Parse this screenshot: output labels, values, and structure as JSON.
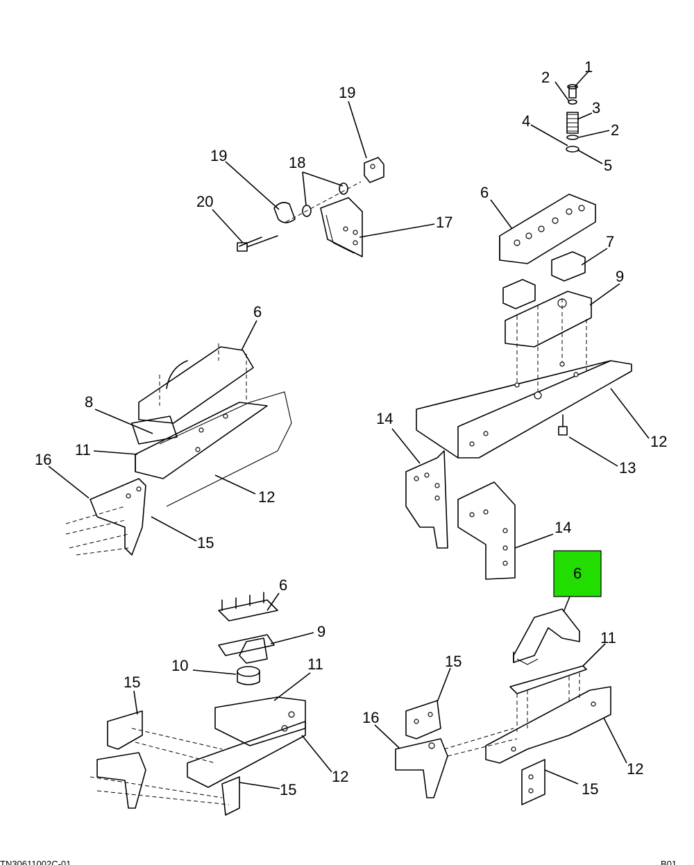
{
  "callouts": {
    "c1": "1",
    "c2a": "2",
    "c3": "3",
    "c2b": "2",
    "c4": "4",
    "c5": "5",
    "c19a": "19",
    "c19b": "19",
    "c18": "18",
    "c20": "20",
    "c17": "17",
    "c6a": "6",
    "c7": "7",
    "c9a": "9",
    "c12a": "12",
    "c13": "13",
    "c14a": "14",
    "c14b": "14",
    "c6b": "6",
    "c8": "8",
    "c11a": "11",
    "c16a": "16",
    "c12b": "12",
    "c15a": "15",
    "c6c": "6",
    "c9b": "9",
    "c10": "10",
    "c11b": "11",
    "c15b": "15",
    "c12c": "12",
    "c15c": "15",
    "c6d": "6",
    "c11c": "11",
    "c15d": "15",
    "c16b": "16",
    "c12d": "12",
    "c15e": "15"
  },
  "highlight": {
    "label": "6",
    "color": "#22dd00"
  },
  "footer": {
    "left": "TN30611002C-01",
    "right": "B01"
  }
}
